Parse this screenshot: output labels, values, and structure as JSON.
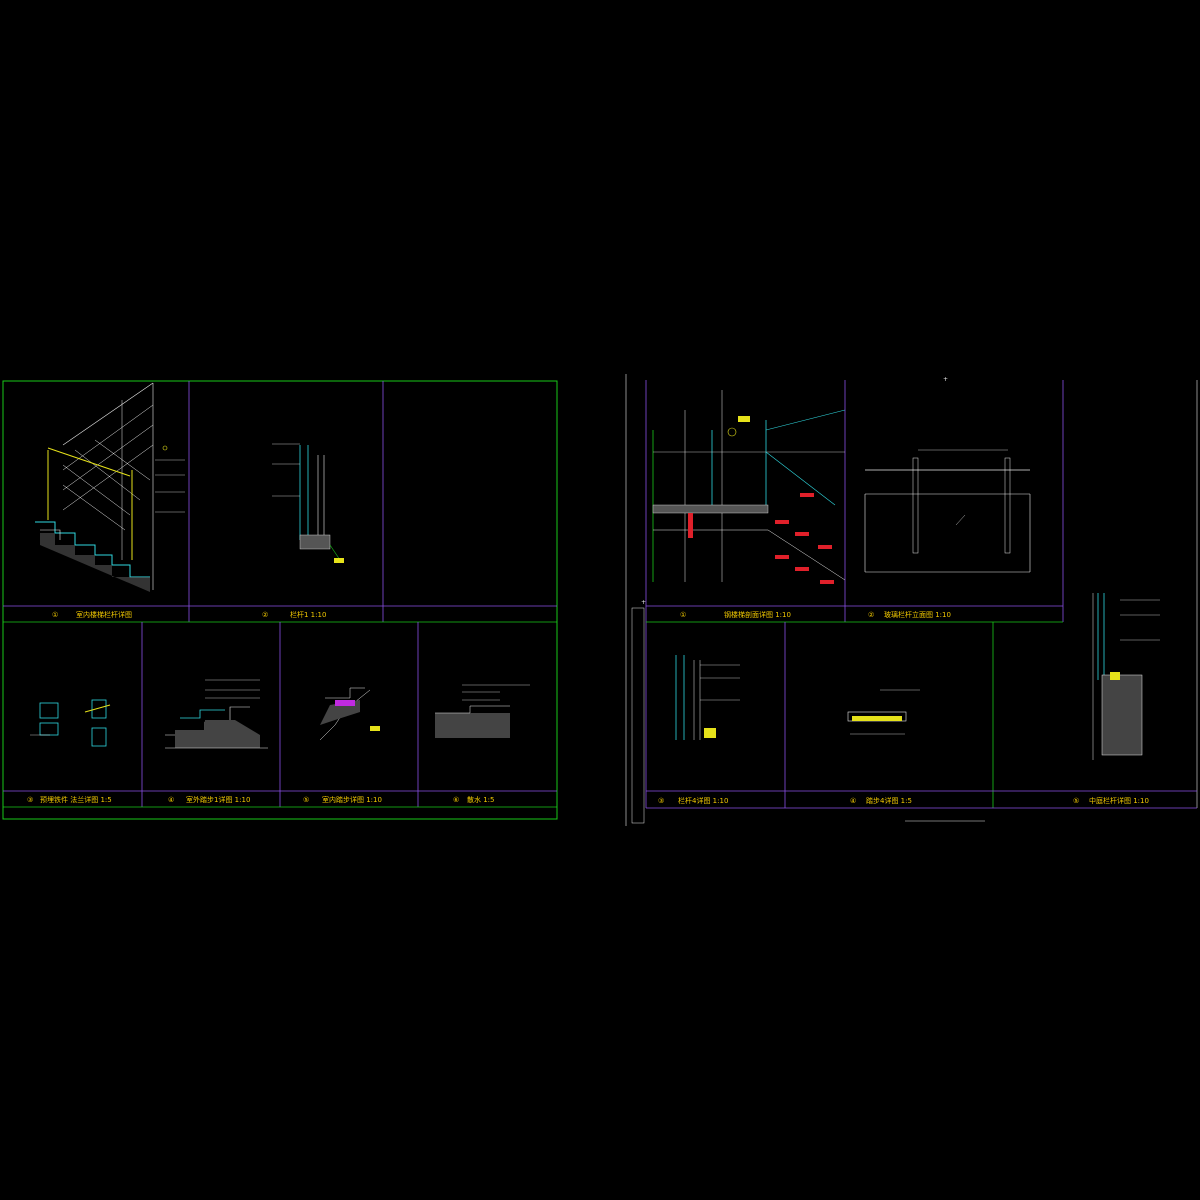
{
  "colors": {
    "background": "#000000",
    "frame_green": "#19c919",
    "frame_purple": "#8a4fe6",
    "line_white": "#e8e8e8",
    "line_cyan": "#2fd9e0",
    "line_yellow": "#e6e21a",
    "line_red": "#e0202a",
    "caption_yellow": "#f2c900"
  },
  "sheet_left": {
    "panels": [
      {
        "num": "①",
        "caption": "室内楼梯栏杆详图"
      },
      {
        "num": "②",
        "caption": "栏杆1 1:10"
      },
      {
        "num": "③",
        "caption": "预埋铁件 法兰详图 1:5"
      },
      {
        "num": "④",
        "caption": "室外踏步1详图 1:10"
      },
      {
        "num": "⑤",
        "caption": "室内踏步详图 1:10"
      },
      {
        "num": "⑥",
        "caption": "散水 1:5"
      }
    ]
  },
  "sheet_right": {
    "panels": [
      {
        "num": "①",
        "caption": "钢楼梯剖面详图 1:10"
      },
      {
        "num": "②",
        "caption": "玻璃栏杆立面图 1:10"
      },
      {
        "num": "③",
        "caption": "栏杆4详图 1:10"
      },
      {
        "num": "④",
        "caption": "踏步4详图 1:5"
      },
      {
        "num": "⑤",
        "caption": "中庭栏杆详图 1:10"
      }
    ]
  }
}
